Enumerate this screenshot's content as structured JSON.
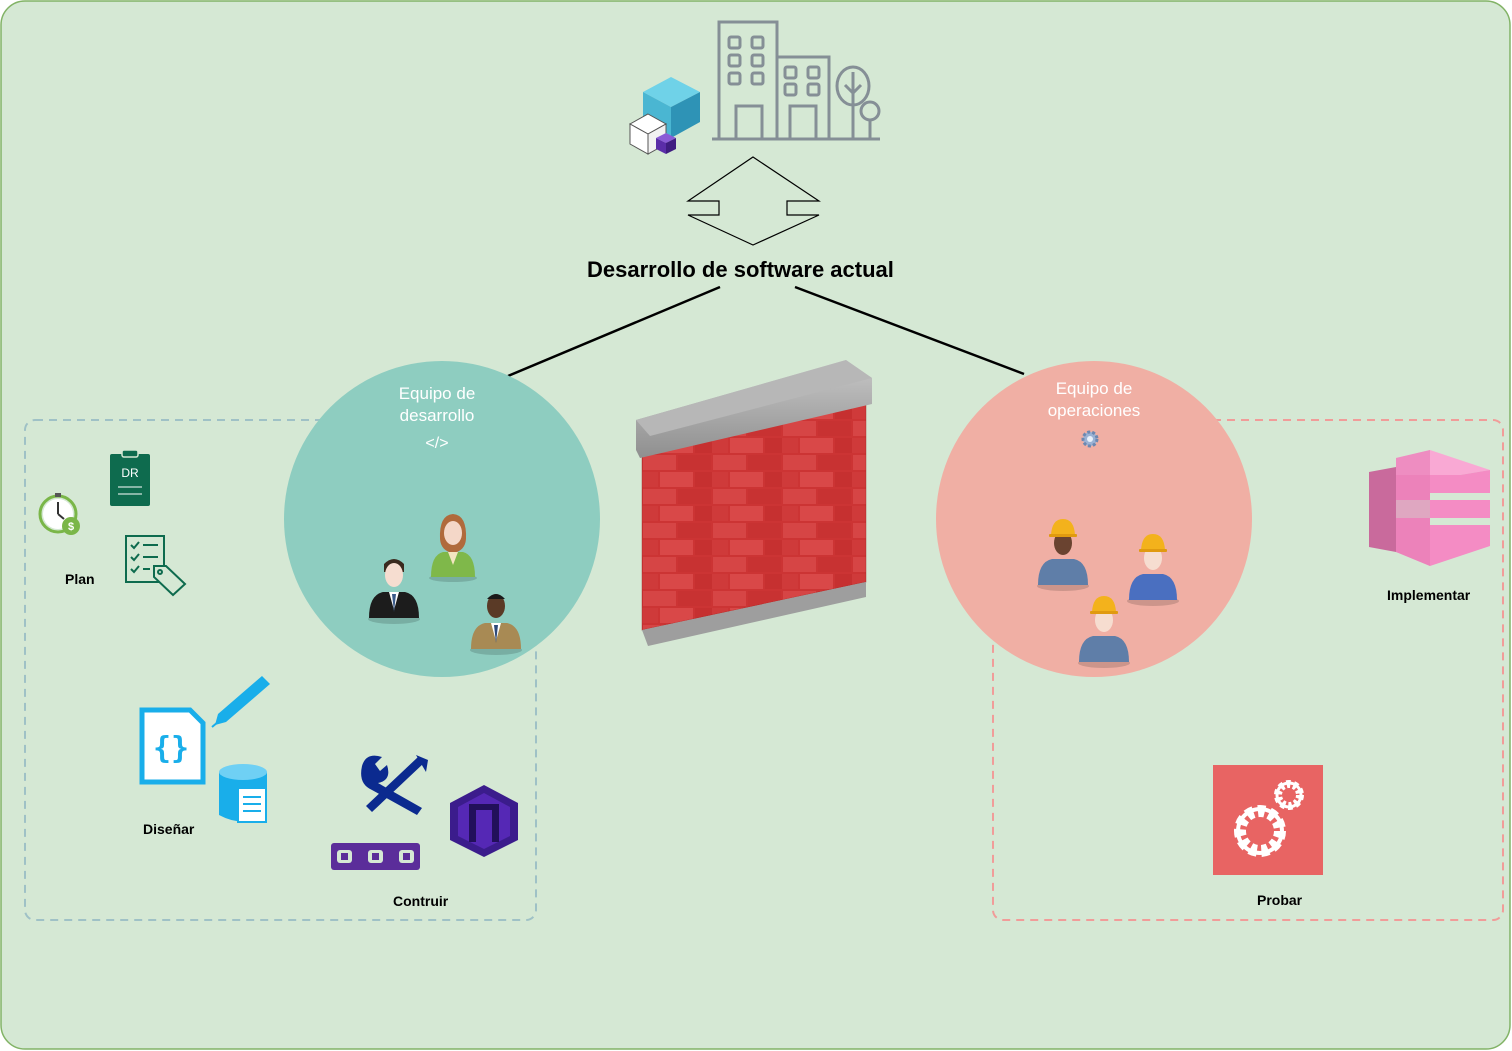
{
  "colors": {
    "background": "#d5e8d4",
    "border": "#82b366",
    "dev_circle": "#8ecdc0",
    "ops_circle": "#f0afa4",
    "dev_dash": "#9fc1c6",
    "ops_dash": "#f19c99",
    "brick": "#d23a3a",
    "wall_top": "#a9a9a9",
    "probar_tile": "#e86463",
    "implement": "#f48cc4"
  },
  "diagram": {
    "title": "Desarrollo de software actual",
    "dev_team": {
      "line1": "Equipo de",
      "line2": "desarrollo",
      "icon_text": "</>"
    },
    "ops_team": {
      "line1": "Equipo de",
      "line2": "operaciones"
    },
    "labels": {
      "plan": "Plan",
      "design": "Diseñar",
      "build": "Contruir",
      "deploy": "Implementar",
      "test": "Probar"
    },
    "icons": {
      "top_left": "3d-cubes-icon",
      "top_right": "city-buildings-icon",
      "arrow": "bidirectional-arrow-icon",
      "clipboard": "clipboard-dr-icon",
      "clipboard_text": "DR",
      "timer": "timer-cost-icon",
      "checklist": "checklist-tag-icon",
      "code_file": "code-file-icon",
      "pencil": "pencil-icon",
      "database": "database-document-icon",
      "tools": "wrench-screwdriver-icon",
      "chain": "pipeline-chain-icon",
      "devops": "devops-icon",
      "firewall": "brick-wall-icon",
      "gear_small": "small-gear-icon",
      "implement": "deploy-stack-icon",
      "test": "gears-tile-icon",
      "people": "people-icon"
    }
  }
}
